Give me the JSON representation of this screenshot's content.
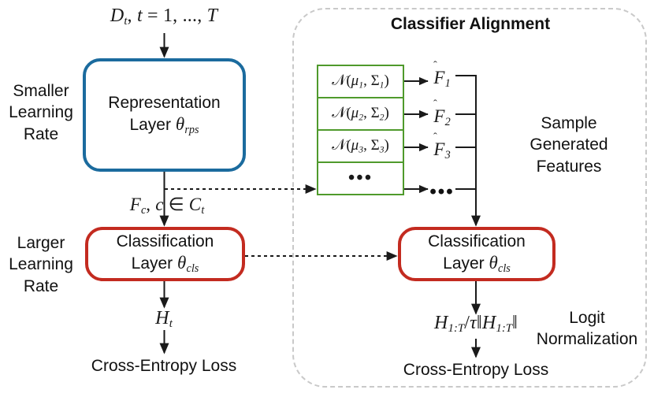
{
  "diagram": {
    "title": "Classifier Alignment",
    "left_branch": {
      "input_label": "D_t, t = 1, ..., T",
      "lr_label_line1": "Smaller",
      "lr_label_line2": "Learning",
      "lr_label_line3": "Rate",
      "representation_box_line1": "Representation",
      "representation_box_line2": "Layer θrps",
      "feature_label": "F_c, c ∈ C_t",
      "lr_label2_line1": "Larger",
      "lr_label2_line2": "Learning",
      "lr_label2_line3": "Rate",
      "classification_box_line1": "Classification",
      "classification_box_line2": "Layer θcls",
      "logits_label": "H_t",
      "loss_label": "Cross-Entropy Loss"
    },
    "right_branch": {
      "gaussians": [
        "N(μ1, Σ1)",
        "N(μ2, Σ2)",
        "N(μ3, Σ3)",
        "..."
      ],
      "features": [
        "F̂1",
        "F̂2",
        "F̂3",
        "..."
      ],
      "sample_label_line1": "Sample",
      "sample_label_line2": "Generated Features",
      "classification_box_line1": "Classification",
      "classification_box_line2": "Layer θcls",
      "logit_norm_expr": "H_{1:T} / τ ‖H_{1:T}‖",
      "logit_norm_label_line1": "Logit",
      "logit_norm_label_line2": "Normalization",
      "loss_label": "Cross-Entropy Loss"
    },
    "colors": {
      "representation_border": "#1b6b9e",
      "classification_border": "#c32b20",
      "gaussian_border": "#4f9a2c",
      "container_border": "#c9c9c9",
      "arrow": "#1a1a1a"
    }
  }
}
